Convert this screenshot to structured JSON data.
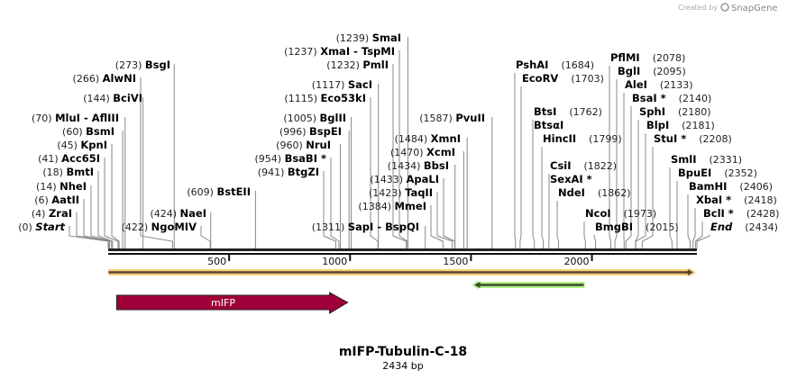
{
  "credit": {
    "prefix": "Created by",
    "brand": "SnapGene"
  },
  "title": "mIFP-Tubulin-C-18",
  "length_label": "2434 bp",
  "sequence_length": 2434,
  "ticks": [
    "500",
    "1000",
    "1500",
    "2000"
  ],
  "features": [
    {
      "name": "mIFP",
      "start": 35,
      "end": 990,
      "direction": "forward",
      "color": "#a0003a"
    },
    {
      "name": "",
      "start": 1530,
      "end": 1970,
      "direction": "reverse",
      "color": "#b4f08c"
    },
    {
      "name": "",
      "start": 1,
      "end": 2400,
      "direction": "forward",
      "color": "#fbd07a"
    }
  ],
  "sites": [
    {
      "name": "Start",
      "pos": "0",
      "italic": true
    },
    {
      "name": "ZraI",
      "pos": "4"
    },
    {
      "name": "AatII",
      "pos": "6"
    },
    {
      "name": "NheI",
      "pos": "14"
    },
    {
      "name": "BmtI",
      "pos": "18"
    },
    {
      "name": "Acc65I",
      "pos": "41"
    },
    {
      "name": "KpnI",
      "pos": "45"
    },
    {
      "name": "BsmI",
      "pos": "60"
    },
    {
      "name": "MluI  - AflIII",
      "pos": "70"
    },
    {
      "name": "BciVI",
      "pos": "144"
    },
    {
      "name": "AlwNI",
      "pos": "266"
    },
    {
      "name": "BsgI",
      "pos": "273"
    },
    {
      "name": "NgoMIV",
      "pos": "422"
    },
    {
      "name": "NaeI",
      "pos": "424"
    },
    {
      "name": "BstEII",
      "pos": "609"
    },
    {
      "name": "BtgZI",
      "pos": "941"
    },
    {
      "name": "BsaBI *",
      "pos": "954"
    },
    {
      "name": "NruI",
      "pos": "960"
    },
    {
      "name": "BspEI",
      "pos": "996"
    },
    {
      "name": "BglII",
      "pos": "1005"
    },
    {
      "name": "Eco53kI",
      "pos": "1115"
    },
    {
      "name": "SacI",
      "pos": "1117"
    },
    {
      "name": "PmlI",
      "pos": "1232"
    },
    {
      "name": "XmaI  - TspMI",
      "pos": "1237"
    },
    {
      "name": "SmaI",
      "pos": "1239"
    },
    {
      "name": "SapI  - BspQI",
      "pos": "1311"
    },
    {
      "name": "MmeI",
      "pos": "1384"
    },
    {
      "name": "TaqII",
      "pos": "1423"
    },
    {
      "name": "ApaLI",
      "pos": "1433"
    },
    {
      "name": "BbsI",
      "pos": "1434"
    },
    {
      "name": "XcmI",
      "pos": "1470"
    },
    {
      "name": "XmnI",
      "pos": "1484"
    },
    {
      "name": "PvuII",
      "pos": "1587"
    },
    {
      "name": "PshAI",
      "pos": "1684"
    },
    {
      "name": "EcoRV",
      "pos": "1703"
    },
    {
      "name": "BtsI",
      "pos": "1762"
    },
    {
      "name": "BtsαI",
      "pos": ""
    },
    {
      "name": "HincII",
      "pos": "1799"
    },
    {
      "name": "CsiI",
      "pos": "1822"
    },
    {
      "name": "SexAI *",
      "pos": ""
    },
    {
      "name": "NdeI",
      "pos": "1862"
    },
    {
      "name": "NcoI",
      "pos": "1973"
    },
    {
      "name": "BmgBI",
      "pos": "2015"
    },
    {
      "name": "PflMI",
      "pos": "2078"
    },
    {
      "name": "BglI",
      "pos": "2095"
    },
    {
      "name": "AleI",
      "pos": "2133"
    },
    {
      "name": "BsaI *",
      "pos": "2140"
    },
    {
      "name": "SphI",
      "pos": "2180"
    },
    {
      "name": "BlpI",
      "pos": "2181"
    },
    {
      "name": "StuI *",
      "pos": "2208"
    },
    {
      "name": "SmlI",
      "pos": "2331"
    },
    {
      "name": "BpuEI",
      "pos": "2352"
    },
    {
      "name": "BamHI",
      "pos": "2406"
    },
    {
      "name": "XbaI *",
      "pos": "2418"
    },
    {
      "name": "BclI *",
      "pos": "2428"
    },
    {
      "name": "End",
      "pos": "2434",
      "italic": true
    }
  ]
}
